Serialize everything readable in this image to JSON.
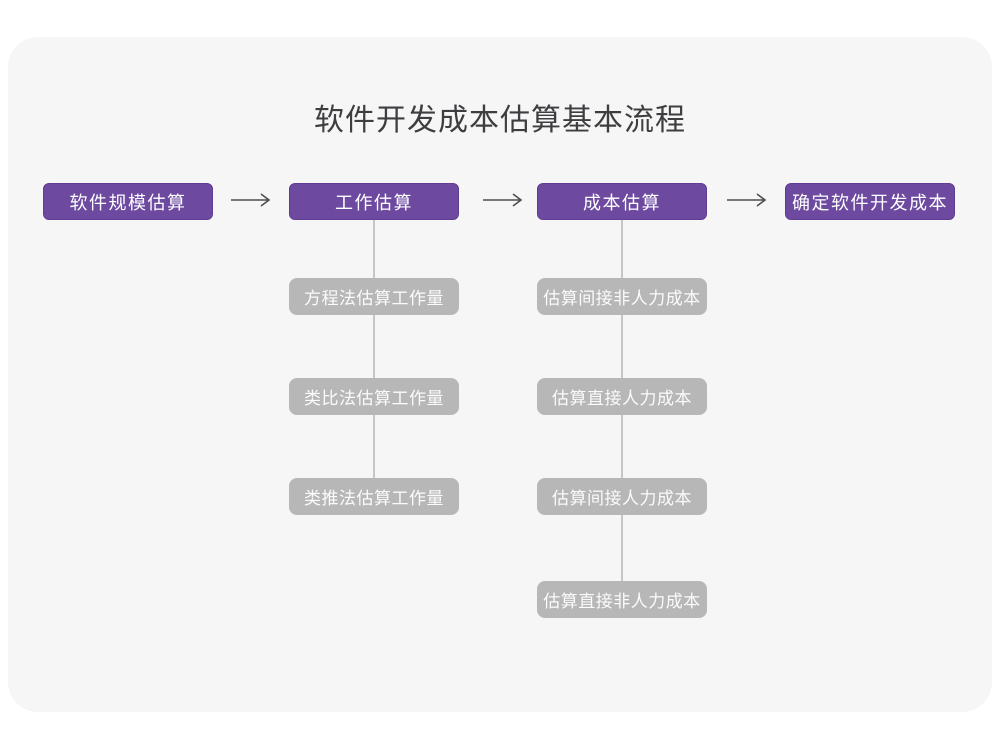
{
  "title": "软件开发成本估算基本流程",
  "colors": {
    "stage_fill": "#6d4aa0",
    "substep_fill": "#b7b7b7",
    "card_background": "#f6f6f7",
    "arrow_stroke": "#4d4d4d",
    "connector_line": "#c6c6c6",
    "title_text": "#3e3e40"
  },
  "flow": {
    "stages": [
      {
        "label": "软件规模估算",
        "substeps": []
      },
      {
        "label": "工作估算",
        "substeps": [
          "方程法估算工作量",
          "类比法估算工作量",
          "类推法估算工作量"
        ]
      },
      {
        "label": "成本估算",
        "substeps": [
          "估算间接非人力成本",
          "估算直接人力成本",
          "估算间接人力成本",
          "估算直接非人力成本"
        ]
      },
      {
        "label": "确定软件开发成本",
        "substeps": []
      }
    ]
  }
}
